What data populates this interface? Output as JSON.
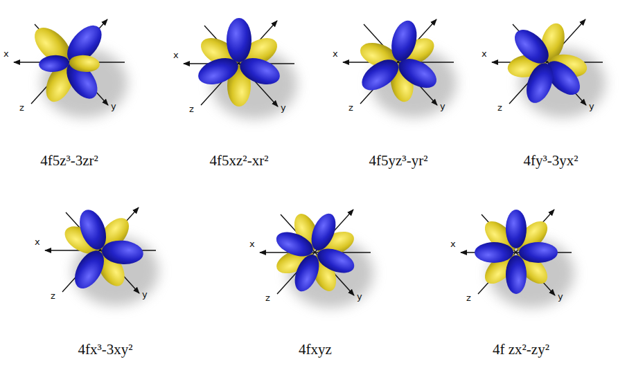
{
  "diagram": {
    "labels": [
      "x",
      "z",
      "y",
      "4f5z³-3zr²",
      "x",
      "z",
      "y",
      "4f5xz²-xr²",
      "x",
      "z",
      "y",
      "4f5yz³-yr²",
      "x",
      "z",
      "y",
      "4fy³-3yx²",
      "x",
      "z",
      "y",
      "4fx³-3xy²",
      "x",
      "z",
      "y",
      "4fxyz",
      "x",
      "z",
      "y",
      "4f zx²-zy²"
    ]
  }
}
